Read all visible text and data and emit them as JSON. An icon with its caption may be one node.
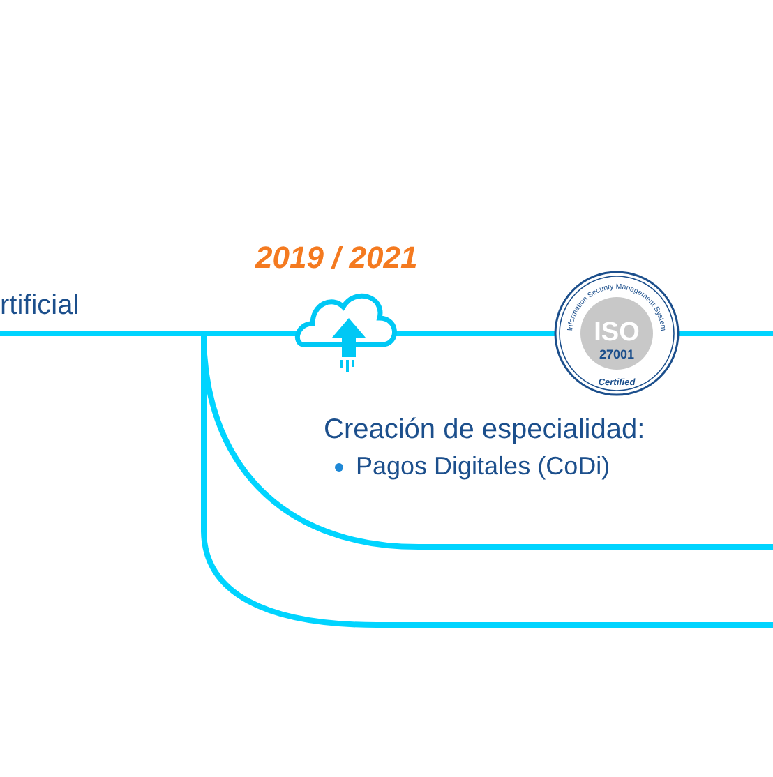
{
  "diagram": {
    "labels": [
      "rtificial",
      "2019 / 2021",
      "Information Security Management System",
      "ISO",
      "27001",
      "Certified",
      "Creación de especialidad:",
      "Pagos Digitales (CoDi)"
    ]
  }
}
